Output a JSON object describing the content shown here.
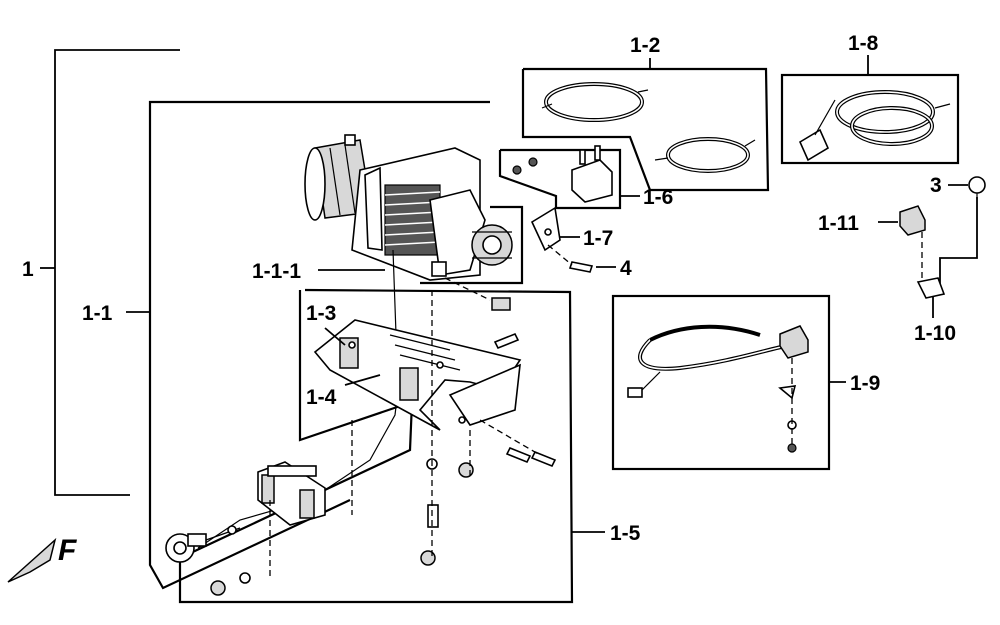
{
  "diagram": {
    "callouts": {
      "c_1": "1",
      "c_1_1": "1-1",
      "c_1_1_1": "1-1-1",
      "c_1_2": "1-2",
      "c_1_3": "1-3",
      "c_1_4": "1-4",
      "c_1_5": "1-5",
      "c_1_6": "1-6",
      "c_1_7": "1-7",
      "c_1_8": "1-8",
      "c_1_9": "1-9",
      "c_1_10": "1-10",
      "c_1_11": "1-11",
      "c_3": "3",
      "c_4": "4"
    },
    "direction_mark": "F"
  }
}
